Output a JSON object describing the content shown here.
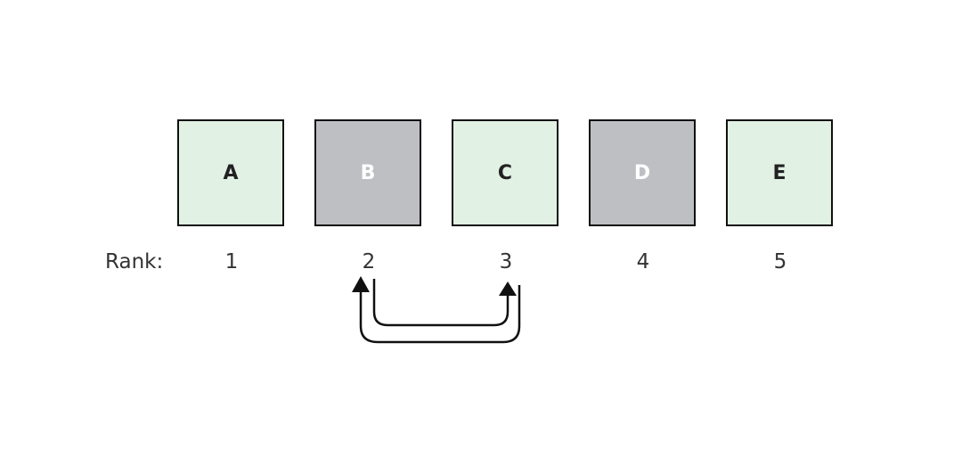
{
  "diagram": {
    "rank_label": "Rank:",
    "items": [
      {
        "label": "A",
        "rank": "1",
        "fill": "#e1f1e4",
        "text_color": "#222222"
      },
      {
        "label": "B",
        "rank": "2",
        "fill": "#bdbfc3",
        "text_color": "#ffffff"
      },
      {
        "label": "C",
        "rank": "3",
        "fill": "#e1f1e4",
        "text_color": "#222222"
      },
      {
        "label": "D",
        "rank": "4",
        "fill": "#bdbfc3",
        "text_color": "#ffffff"
      },
      {
        "label": "E",
        "rank": "5",
        "fill": "#e1f1e4",
        "text_color": "#222222"
      }
    ],
    "swap": {
      "from_rank": "2",
      "to_rank": "3",
      "description": "swap arrows between rank 2 and rank 3"
    }
  }
}
